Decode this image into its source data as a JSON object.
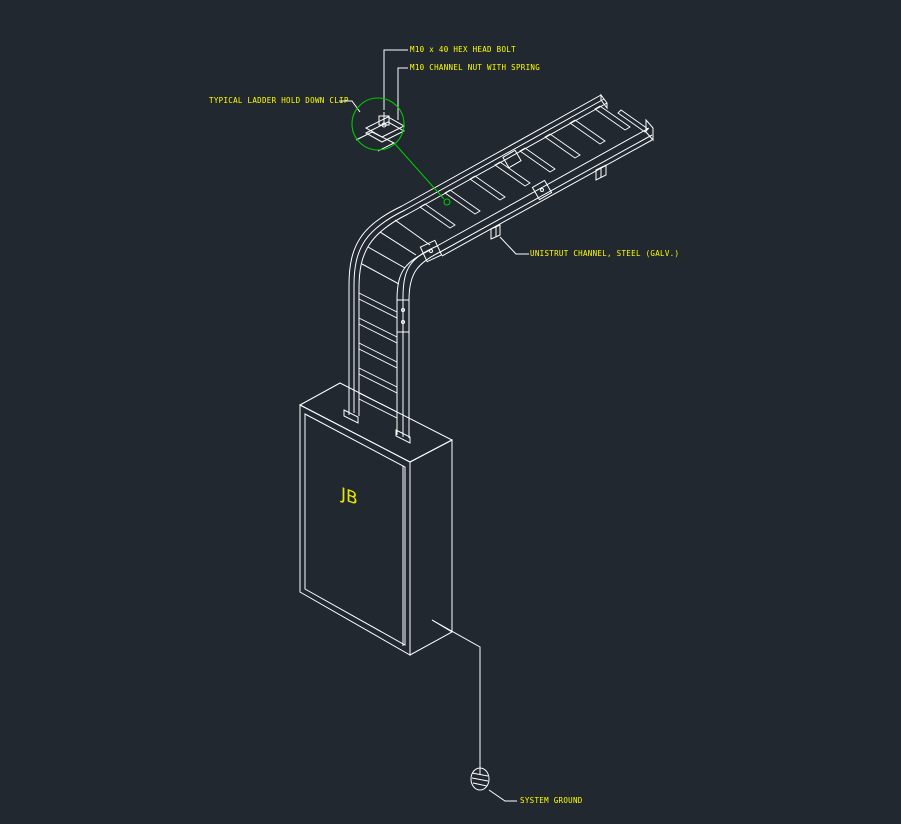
{
  "labels": {
    "bolt": "M10 x 40 HEX HEAD BOLT",
    "nut": "M10 CHANNEL NUT WITH SPRING",
    "clip": "TYPICAL LADDER HOLD DOWN CLIP",
    "unistrut": "UNISTRUT CHANNEL, STEEL (GALV.)",
    "ground": "SYSTEM GROUND",
    "box": "JB"
  },
  "colors": {
    "background": "#212830",
    "linework": "#ffffff",
    "text": "#ffff00",
    "detail_circle": "#00c800"
  }
}
